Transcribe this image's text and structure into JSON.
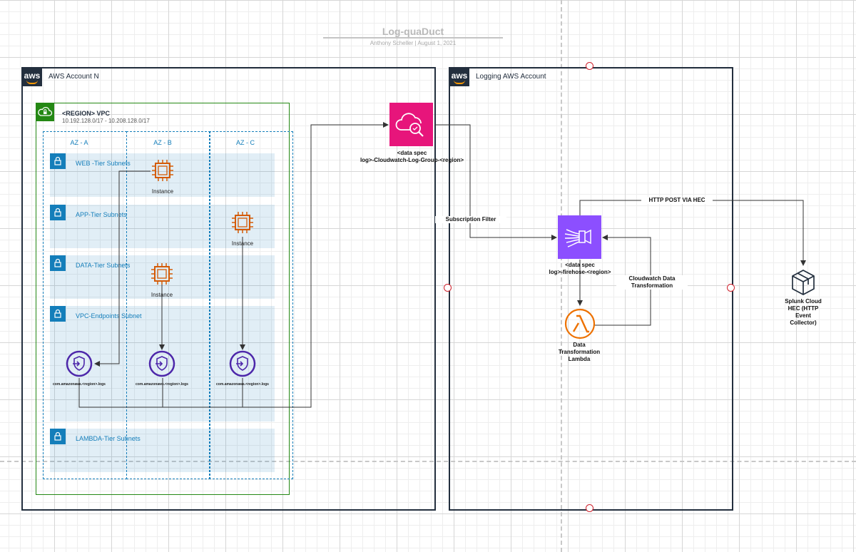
{
  "header": {
    "title": "Log-quaDuct",
    "subtitle": "Anthony Scheller  |  August 1, 2021"
  },
  "accounts": {
    "source": {
      "logo": "aws",
      "label": "AWS Account N"
    },
    "logging": {
      "logo": "aws",
      "label": "Logging AWS Account"
    }
  },
  "vpc": {
    "title": "<REGION> VPC",
    "cidrs": "10.192.128.0/17  -  10.208.128.0/17",
    "icon": "vpc-cloud-lock-icon"
  },
  "azs": [
    {
      "label": "AZ - A"
    },
    {
      "label": "AZ - B"
    },
    {
      "label": "AZ - C"
    }
  ],
  "subnets": [
    {
      "label": "WEB -Tier Subnets"
    },
    {
      "label": "APP-Tier Subnets"
    },
    {
      "label": "DATA-Tier Subnets"
    },
    {
      "label": "VPC-Endpoints Subnet"
    },
    {
      "label": "LAMBDA-Tier Subnets"
    }
  ],
  "instances": [
    {
      "label": "Instance"
    },
    {
      "label": "Instance"
    },
    {
      "label": "Instance"
    }
  ],
  "endpoints": [
    {
      "label": "com.amazonaws.<region>.logs"
    },
    {
      "label": "com.amazonaws.<region>.logs"
    },
    {
      "label": "com.amazonaws.<region>.logs"
    }
  ],
  "cloudwatch": {
    "line1": "<data spec",
    "line2": "log>-Cloudwatch-Log-Group-<region>",
    "color": "#e7157b"
  },
  "firehose": {
    "line1": "<data spec",
    "line2": "log>-firehose-<region>",
    "color": "#8c4fff"
  },
  "lambda": {
    "line1": "Data",
    "line2": "Transformation",
    "line3": "Lambda",
    "color": "#ed7100"
  },
  "splunk": {
    "line1": "Splunk Cloud",
    "line2": "HEC (HTTP",
    "line3": "Event",
    "line4": "Collector)"
  },
  "edges": {
    "subscription": "Subscription Filter",
    "http": "HTTP POST VIA HEC",
    "transform_1": "Cloudwatch Data",
    "transform_2": "Transformation"
  },
  "colors": {
    "aws_navy": "#232f3e",
    "vpc_green": "#248814",
    "subnet_blue": "#147eba",
    "ec2_orange": "#d45b07",
    "endpoint_purple": "#4d27aa"
  }
}
